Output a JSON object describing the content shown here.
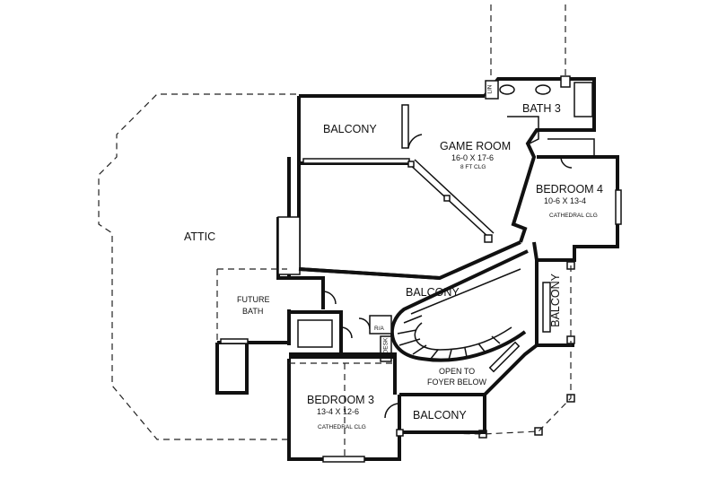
{
  "labels": {
    "attic": "ATTIC",
    "balcony_top": "BALCONY",
    "game_room": "GAME ROOM",
    "game_room_dims": "16-0 X 17-6",
    "game_room_clg": "8 FT CLG",
    "bath3": "BATH 3",
    "lin": "LIN",
    "bedroom4": "BEDROOM 4",
    "bedroom4_dims": "10-6 X 13-4",
    "bedroom4_clg": "CATHEDRAL CLG",
    "balcony_center": "BALCONY",
    "balcony_right": "BALCONY",
    "future_bath_1": "FUTURE",
    "future_bath_2": "BATH",
    "ra": "R/A",
    "desk": "DESK",
    "open_foyer_1": "OPEN TO",
    "open_foyer_2": "FOYER BELOW",
    "bedroom3": "BEDROOM 3",
    "bedroom3_dims": "13-4 X 12-6",
    "bedroom3_clg": "CATHEDRAL CLG",
    "balcony_bottom": "BALCONY"
  }
}
